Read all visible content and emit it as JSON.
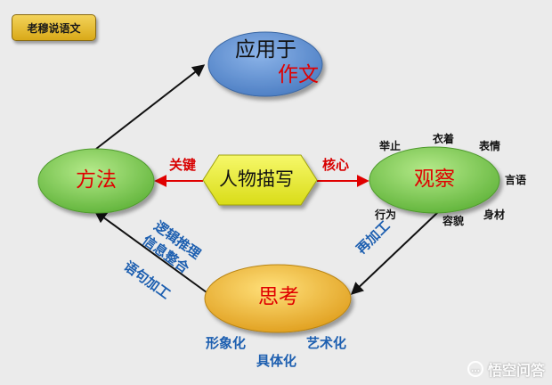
{
  "title_badge": "老穆说语文",
  "nodes": {
    "top": {
      "line1": "应用于",
      "line2": "作文"
    },
    "left": "方法",
    "center": "人物描写",
    "right": "观察",
    "bottom": "思考"
  },
  "links": {
    "center_to_left": "关键",
    "center_to_right": "核心",
    "right_to_bottom": "再加工",
    "bottom_to_left": [
      "逻辑推理",
      "信息整合",
      "语句加工"
    ]
  },
  "observe_aspects": [
    "举止",
    "衣着",
    "表情",
    "言语",
    "行为",
    "容貌",
    "身材"
  ],
  "think_outcomes": [
    "形象化",
    "艺术化",
    "具体化"
  ],
  "watermark": "悟空问答",
  "colors": {
    "top_node": "#5b8fd0",
    "green_nodes": "#72c64a",
    "center_node": "#e8ea2a",
    "bottom_node": "#e9b12c",
    "red": "#e00000",
    "blue_text": "#1d5fb0"
  }
}
